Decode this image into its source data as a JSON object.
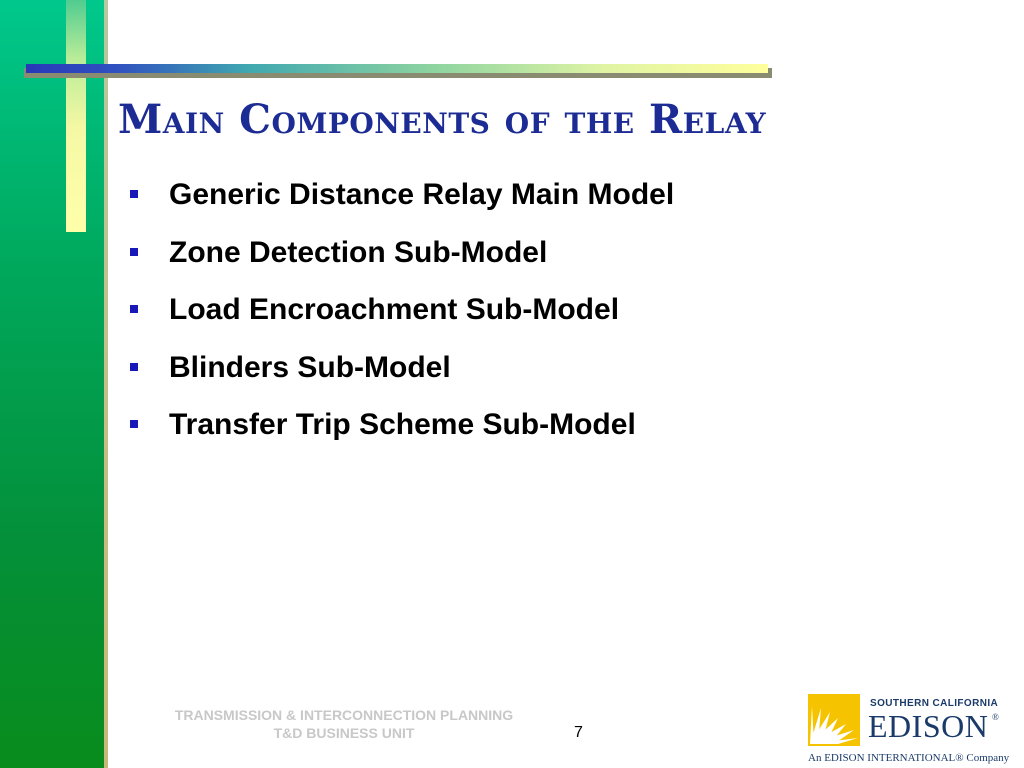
{
  "slide": {
    "title": "Main Components of the Relay",
    "bullets": [
      "Generic Distance Relay Main Model",
      "Zone Detection Sub-Model",
      "Load Encroachment Sub-Model",
      "Blinders Sub-Model",
      "Transfer Trip Scheme Sub-Model"
    ],
    "page_number": "7"
  },
  "footer": {
    "line1": "TRANSMISSION & INTERCONNECTION PLANNING",
    "line2": "T&D BUSINESS UNIT"
  },
  "logo": {
    "top_text": "SOUTHERN CALIFORNIA",
    "brand": "EDISON",
    "registered": "®",
    "tagline": "An EDISON INTERNATIONAL® Company"
  },
  "colors": {
    "title": "#1c2c94",
    "bullet_marker": "#1818b8",
    "sidebar_green": "#04903a",
    "footer_text": "#c8c8c8",
    "logo_blue": "#1a3a6a",
    "logo_sun": "#f5c300"
  }
}
